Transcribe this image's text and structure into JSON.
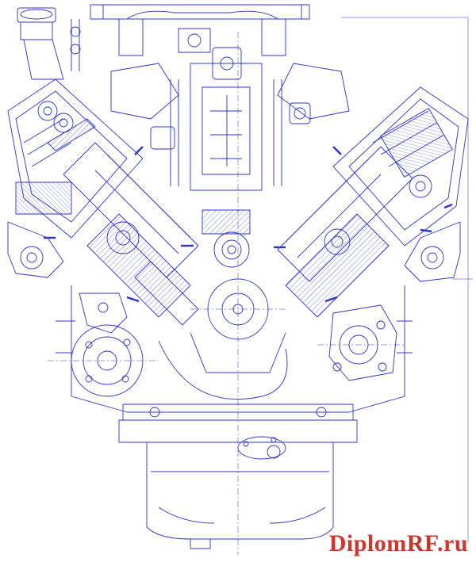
{
  "watermark": {
    "prefix": "Diplom",
    "brand": "RF",
    "suffix": ".ru"
  },
  "colors": {
    "line": "#2b34c7",
    "watermark": "#d2352b",
    "watermark_accent": "#c0392b",
    "background": "#ffffff"
  }
}
